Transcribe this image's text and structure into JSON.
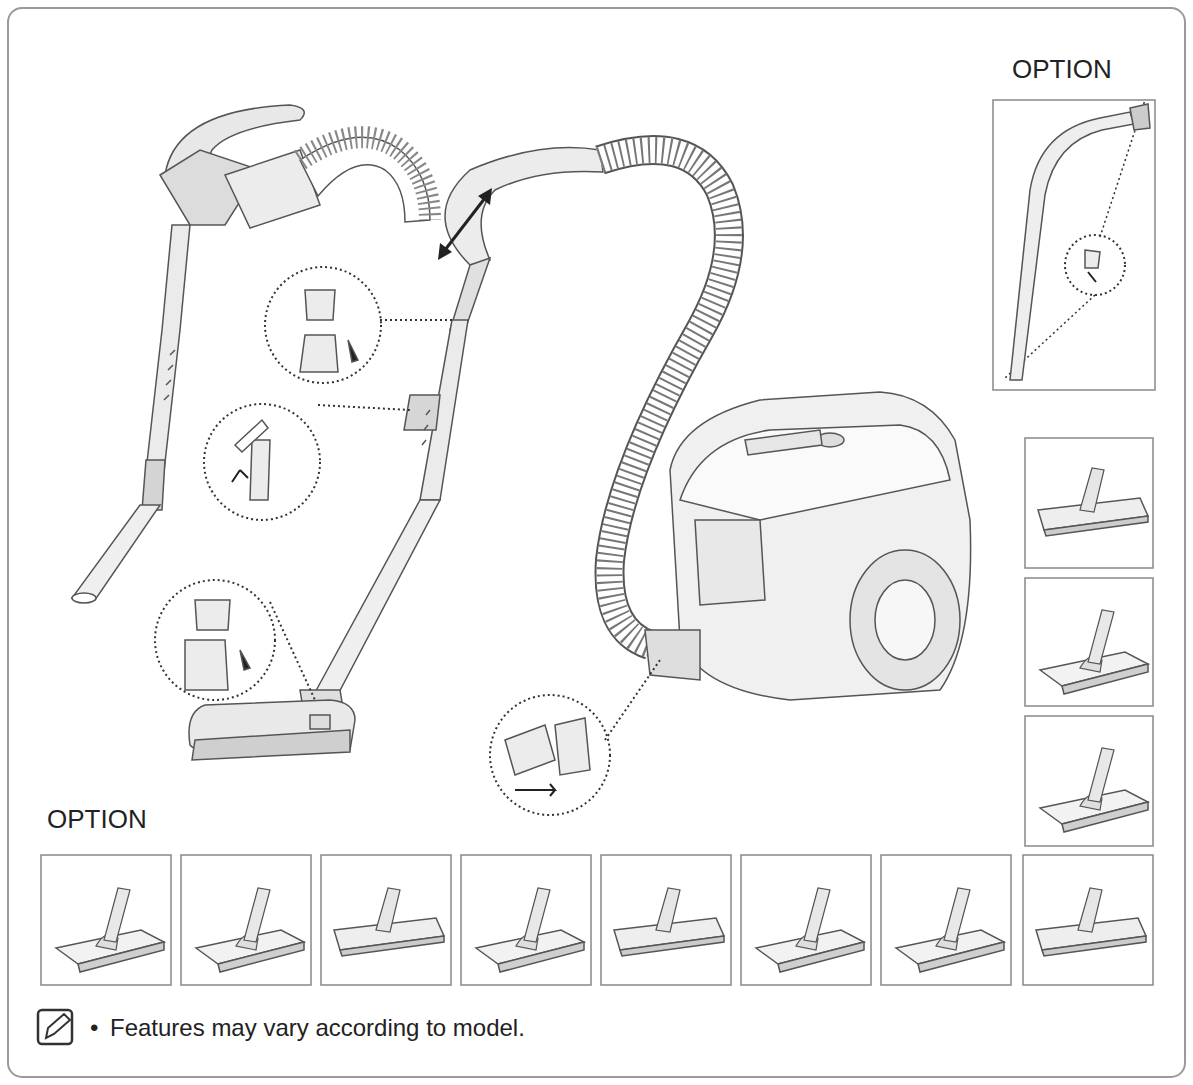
{
  "diagram": {
    "labels": [
      "OPTION",
      "OPTION",
      "•",
      "Features may vary according to model."
    ]
  }
}
